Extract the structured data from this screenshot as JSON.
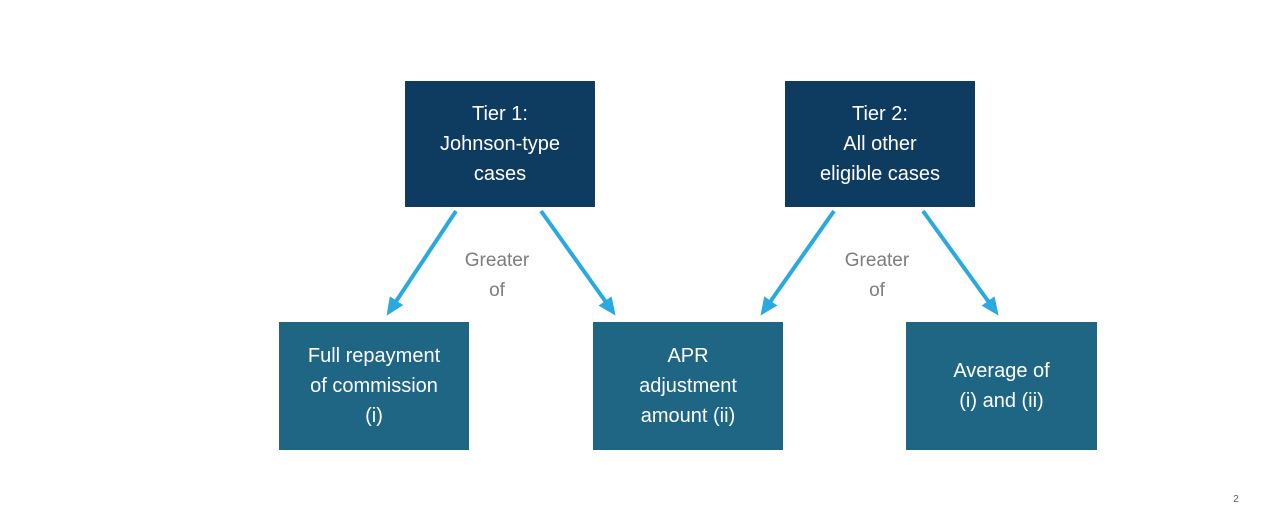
{
  "page": {
    "page_number": "2"
  },
  "colors": {
    "canvas-bg": "#ffffff",
    "tier-box": "#0e3c61",
    "outcome-box": "#1f6584",
    "arrow": "#29a9e0",
    "label-text": "#7d7d7d",
    "box-text": "#ffffff",
    "page-number-color": "#595959"
  },
  "diagram": {
    "tier_boxes": [
      {
        "name": "tier-1",
        "text": "Tier 1:\nJohnson-type\ncases"
      },
      {
        "name": "tier-2",
        "text": "Tier 2:\nAll other\neligible cases"
      }
    ],
    "outcome_boxes": [
      {
        "name": "full-repayment",
        "text": "Full repayment\nof commission\n(i)"
      },
      {
        "name": "apr-adjustment",
        "text": "APR\nadjustment\namount (ii)"
      },
      {
        "name": "average",
        "text": "Average of\n(i) and (ii)"
      }
    ],
    "connector_labels": [
      {
        "name": "greater-of-tier1",
        "text": "Greater\nof"
      },
      {
        "name": "greater-of-tier2",
        "text": "Greater\nof"
      }
    ]
  }
}
